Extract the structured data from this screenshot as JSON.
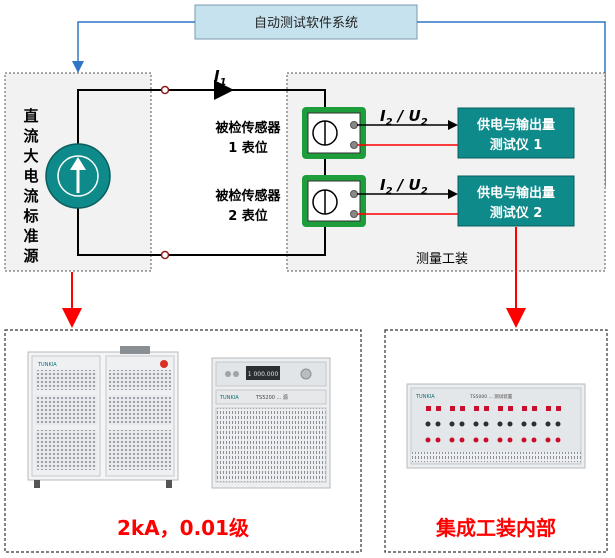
{
  "software_box": {
    "label": "自动测试软件系统"
  },
  "standard": {
    "label_chars": [
      "直",
      "流",
      "大",
      "电",
      "流",
      "标",
      "准",
      "源"
    ]
  },
  "current_label": {
    "main": "I",
    "sub": "1"
  },
  "sensor1": {
    "line1": "被检传感器",
    "line2": "1 表位"
  },
  "sensor2": {
    "line1": "被检传感器",
    "line2": "2 表位"
  },
  "signal_label": {
    "i": "I",
    "i_sub": "2",
    "slash": " / ",
    "u": "U",
    "u_sub": "2"
  },
  "instrument1": {
    "line1": "供电与输出量",
    "line2": "测试仪 1"
  },
  "instrument2": {
    "line1": "供电与输出量",
    "line2": "测试仪 2"
  },
  "fixture": {
    "label": "测量工装"
  },
  "equipment": {
    "rack1_brand": "TUNKIA",
    "rack2_brand": "TUNKIA",
    "rack2_model": "TS5200 ... 源",
    "rack2_display": "1 000.000",
    "device3_brand": "TUNKIA",
    "device3_model": "TS5000 ... 测试装置"
  },
  "captions": {
    "left": "2kA，0.01级",
    "right": "集成工装内部"
  },
  "colors": {
    "teal": "#0f8a8a",
    "teal_dark": "#0a6e6e",
    "green": "#1e9e3a",
    "blue": "#2f76c9",
    "red": "#ff0000",
    "software_fill": "#c6e2ee"
  },
  "icons": {
    "source": "arrow-up-in-circle",
    "sensor": "circle-with-line",
    "arrow": "arrowhead"
  }
}
